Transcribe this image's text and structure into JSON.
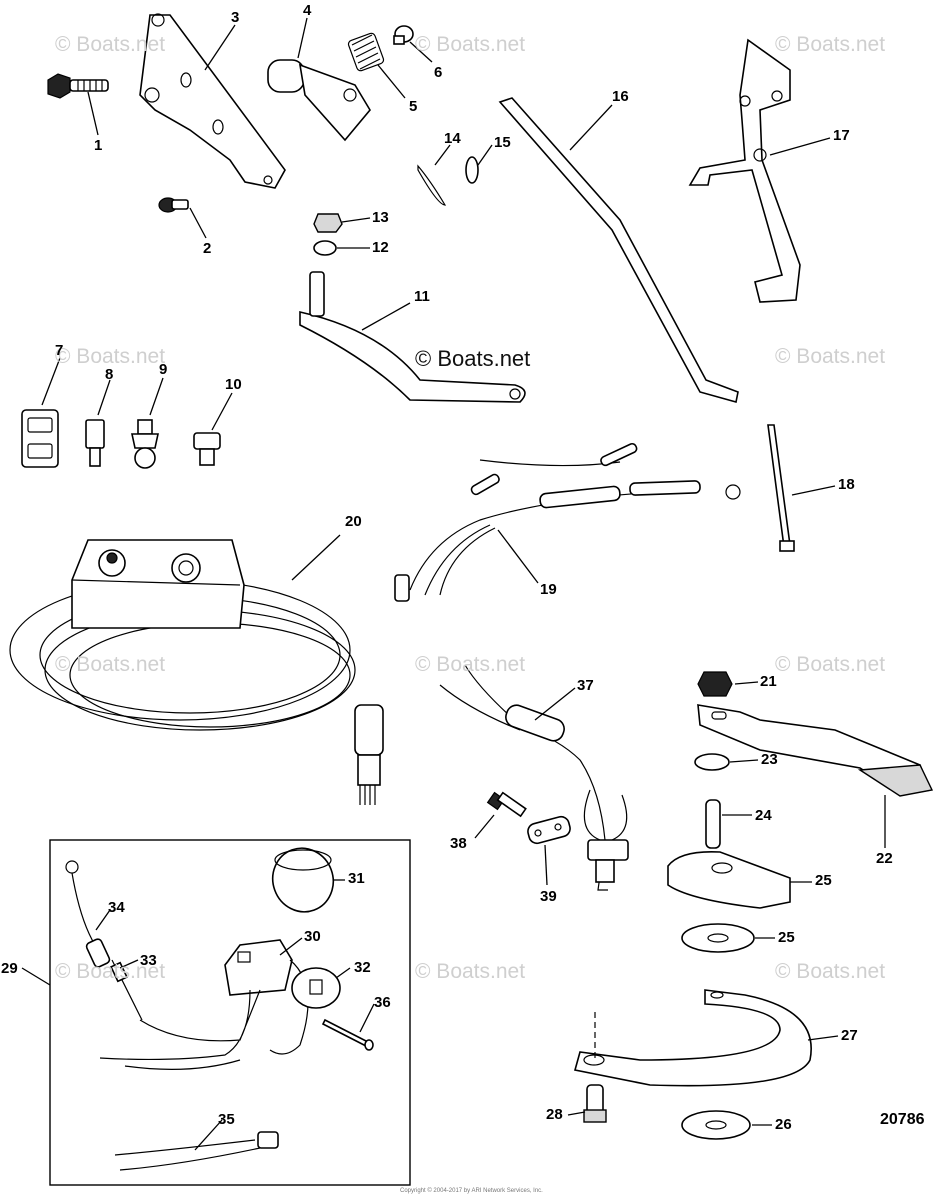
{
  "watermark": "© Boats.net",
  "center_watermark": "© Boats.net",
  "drawing_number": "20786",
  "footer_text": "Copyright © 2004-2017 by ARI Network Services, Inc.",
  "callouts": [
    "1",
    "2",
    "3",
    "4",
    "5",
    "6",
    "7",
    "8",
    "9",
    "10",
    "11",
    "12",
    "13",
    "14",
    "15",
    "16",
    "17",
    "18",
    "19",
    "20",
    "21",
    "22",
    "23",
    "24",
    "25",
    "25",
    "26",
    "27",
    "28",
    "29",
    "30",
    "31",
    "32",
    "33",
    "34",
    "35",
    "36",
    "37",
    "38",
    "39"
  ]
}
